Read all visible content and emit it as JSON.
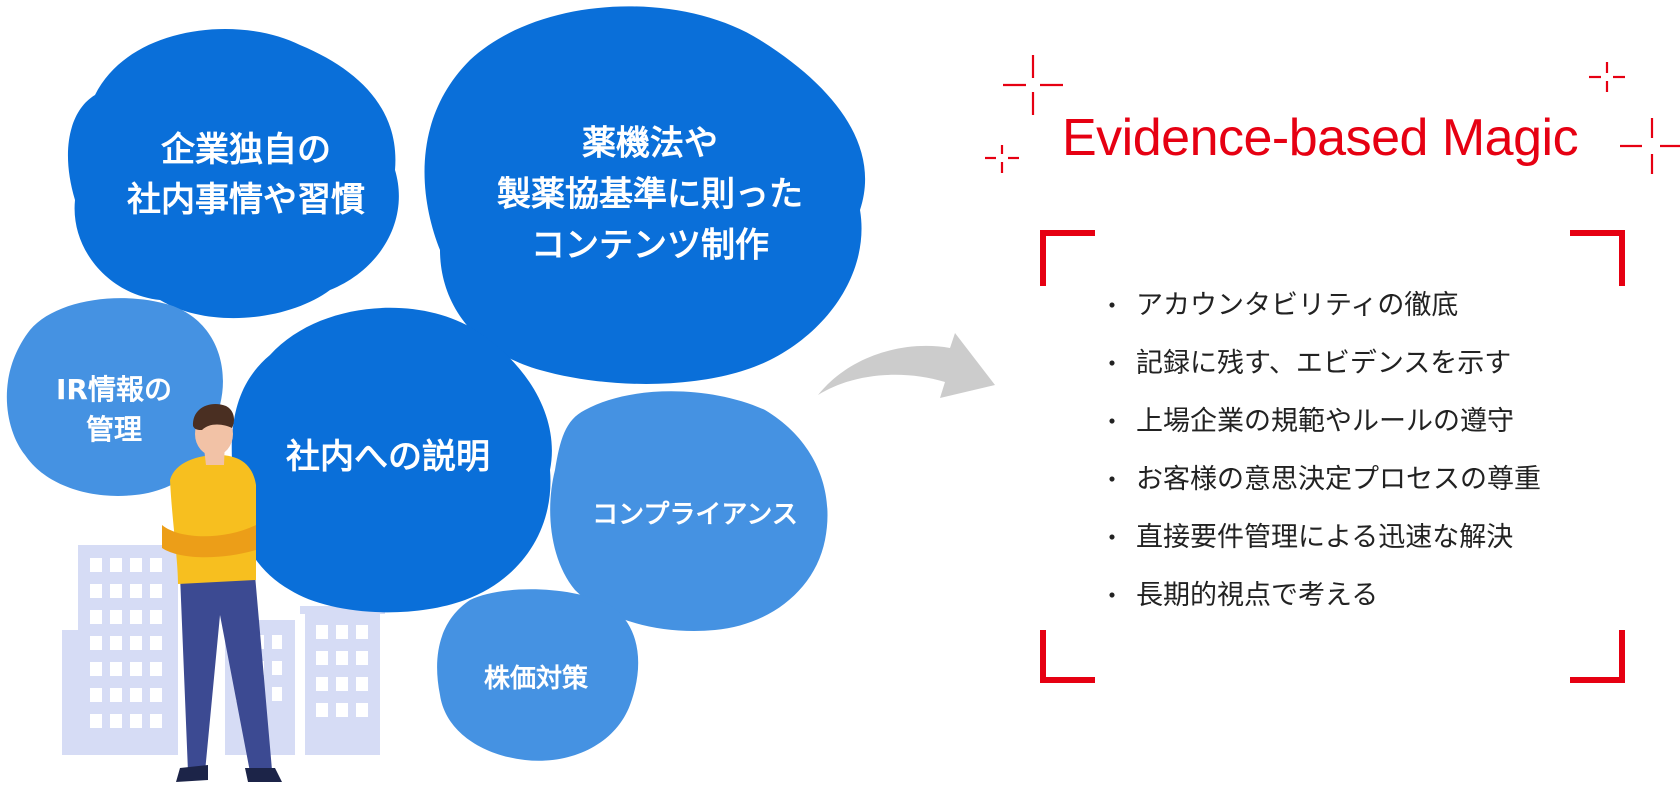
{
  "bubbles": {
    "culture": "企業独自の\n社内事情や習慣",
    "pharma": "薬機法や\n製薬協基準に則った\nコンテンツ制作",
    "ir": "IR情報の\n管理",
    "explain": "社内への説明",
    "compliance": "コンプライアンス",
    "stock": "株価対策"
  },
  "panel": {
    "title": "Evidence-based Magic",
    "items": [
      "アカウンタビリティの徹底",
      "記録に残す、エビデンスを示す",
      "上場企業の規範やルールの遵守",
      "お客様の意思決定プロセスの尊重",
      "直接要件管理による迅速な解決",
      "長期的視点で考える"
    ]
  },
  "colors": {
    "bubble_dark": "#0a6fd9",
    "bubble_light": "#4592e2",
    "accent_red": "#e60012",
    "arrow_gray": "#cccccc",
    "building": "#d6dcf5"
  },
  "icons": [
    "person-illustration",
    "building-illustration",
    "curved-arrow-icon",
    "sparkle-icon"
  ]
}
